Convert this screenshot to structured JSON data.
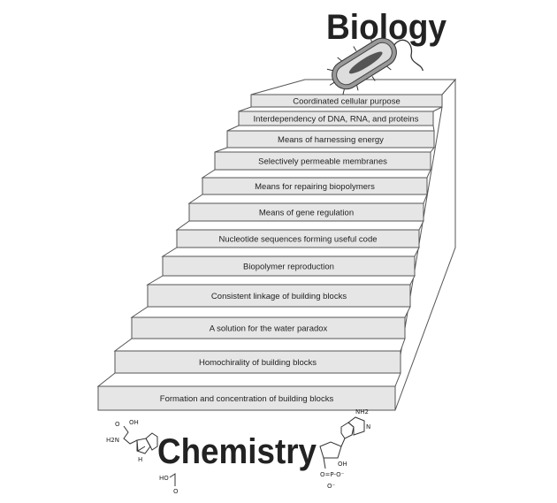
{
  "top_title": "Biology",
  "bottom_title": "Chemistry",
  "steps": [
    "Coordinated cellular purpose",
    "Interdependency of DNA, RNA, and proteins",
    "Means of harnessing energy",
    "Selectively permeable membranes",
    "Means for repairing biopolymers",
    "Means of gene regulation",
    "Nucleotide sequences forming useful code",
    "Biopolymer reproduction",
    "Consistent linkage of building blocks",
    "A solution for the water paradox",
    "Homochirality of building blocks",
    "Formation and concentration of building blocks"
  ],
  "molecule_labels": {
    "oh1": "OH",
    "o1": "O",
    "h2n": "H2N",
    "nh": "H",
    "nh2": "NH2",
    "n": "N",
    "ho": "HO",
    "o2": "O",
    "oh2": "OH",
    "phosphate": "O=P-O⁻",
    "o_minus": "O⁻"
  }
}
